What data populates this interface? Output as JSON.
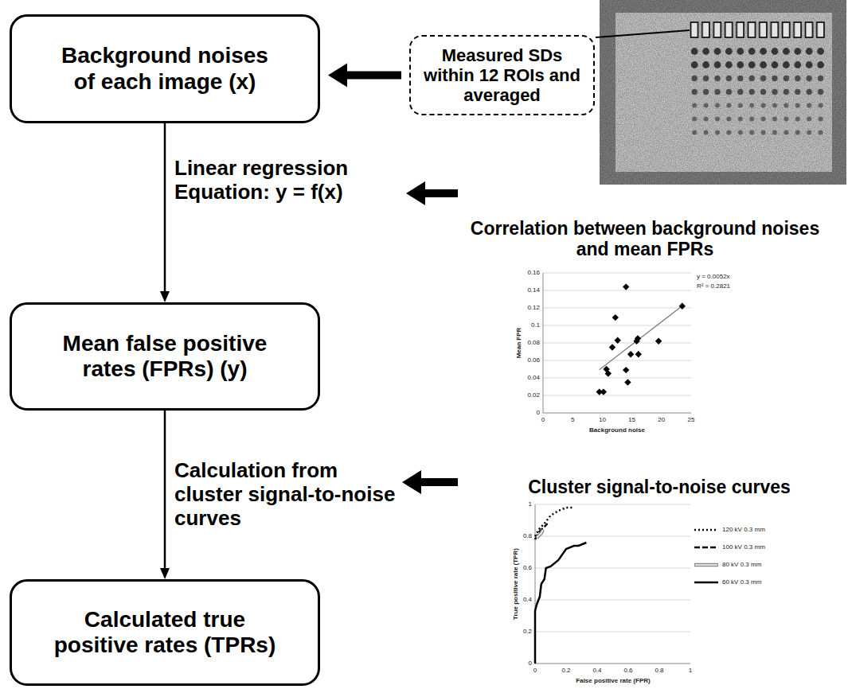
{
  "diagram": {
    "nodes": [
      {
        "text": [
          "Background noises of each image (x)"
        ]
      },
      {
        "text": [
          "Measured SDs within 12 ROIs and averaged"
        ]
      },
      {
        "text": [
          "Mean false positive rates (FPRs) (y)"
        ]
      },
      {
        "text": [
          "Calculated true positive rates (TPRs)"
        ]
      }
    ],
    "edges": [
      {
        "from": 1,
        "to": 0,
        "arrow": "to"
      },
      {
        "from": 0,
        "to": 2,
        "label": "Linear regression Equation: y = f(x)",
        "arrow": "to"
      },
      {
        "from": 2,
        "to": 3,
        "label": "Calculation from cluster signal-to-noise curves",
        "arrow": "to"
      }
    ],
    "labels": [
      "Correlation between background noises and mean FPRs",
      "0.16",
      "0.14",
      "0.12",
      "0.1",
      "0.08",
      "0.06",
      "0.04",
      "0.02",
      "0",
      "0",
      "5",
      "10",
      "15",
      "20",
      "25",
      "Mean FPR",
      "Background noise",
      "y = 0.0052x",
      "R² = 0.2821",
      "Cluster signal-to-noise curves",
      "1",
      "0.8",
      "0.6",
      "0.4",
      "0.2",
      "0",
      "0",
      "0.2",
      "0.4",
      "0.6",
      "0.8",
      "1",
      "True positive rate (TPR)",
      "False positive rate (FPR)"
    ],
    "legend": [
      {
        "text": "120 kV 0.3 mm"
      },
      {
        "text": "100 kV 0.3 mm"
      },
      {
        "text": "80 kV 0.3 mm"
      },
      {
        "text": "60 kV 0.3 mm"
      }
    ]
  }
}
